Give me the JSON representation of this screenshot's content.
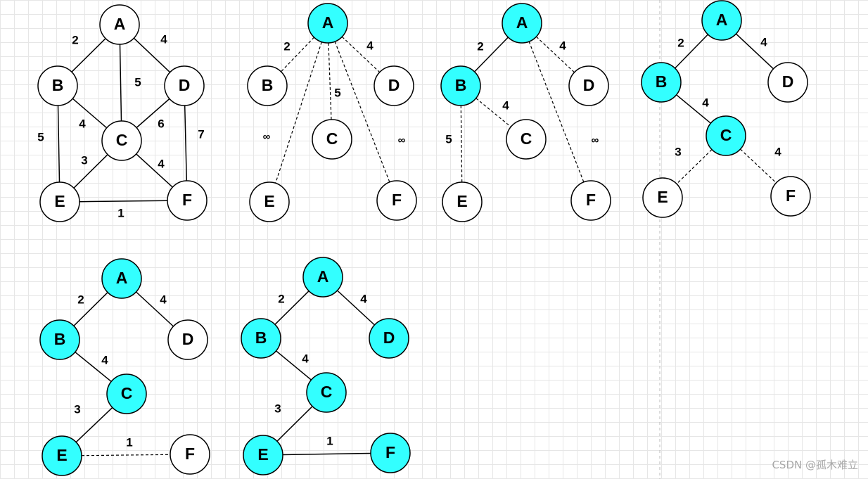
{
  "colors": {
    "visited": "#33ffff",
    "unvisited": "#ffffff",
    "stroke": "#000000",
    "background": "#ffffff",
    "grid": "#e6e6e6"
  },
  "watermark": "CSDN @孤木难立",
  "diagrams": [
    {
      "id": "original-graph",
      "nodes": [
        {
          "id": "A",
          "label": "A",
          "visited": false
        },
        {
          "id": "B",
          "label": "B",
          "visited": false
        },
        {
          "id": "C",
          "label": "C",
          "visited": false
        },
        {
          "id": "D",
          "label": "D",
          "visited": false
        },
        {
          "id": "E",
          "label": "E",
          "visited": false
        },
        {
          "id": "F",
          "label": "F",
          "visited": false
        }
      ],
      "edges": [
        {
          "from": "A",
          "to": "B",
          "weight": "2",
          "style": "solid"
        },
        {
          "from": "A",
          "to": "D",
          "weight": "4",
          "style": "solid"
        },
        {
          "from": "A",
          "to": "C",
          "weight": "5",
          "style": "solid"
        },
        {
          "from": "B",
          "to": "C",
          "weight": "4",
          "style": "solid"
        },
        {
          "from": "D",
          "to": "C",
          "weight": "6",
          "style": "solid"
        },
        {
          "from": "B",
          "to": "E",
          "weight": "5",
          "style": "solid"
        },
        {
          "from": "D",
          "to": "F",
          "weight": "7",
          "style": "solid"
        },
        {
          "from": "C",
          "to": "E",
          "weight": "3",
          "style": "solid"
        },
        {
          "from": "C",
          "to": "F",
          "weight": "4",
          "style": "solid"
        },
        {
          "from": "E",
          "to": "F",
          "weight": "1",
          "style": "solid"
        }
      ]
    },
    {
      "id": "step-1",
      "nodes": [
        {
          "id": "A",
          "label": "A",
          "visited": true
        },
        {
          "id": "B",
          "label": "B",
          "visited": false
        },
        {
          "id": "C",
          "label": "C",
          "visited": false
        },
        {
          "id": "D",
          "label": "D",
          "visited": false
        },
        {
          "id": "E",
          "label": "E",
          "visited": false
        },
        {
          "id": "F",
          "label": "F",
          "visited": false
        }
      ],
      "edges": [
        {
          "from": "A",
          "to": "B",
          "weight": "2",
          "style": "dashed"
        },
        {
          "from": "A",
          "to": "D",
          "weight": "4",
          "style": "dashed"
        },
        {
          "from": "A",
          "to": "C",
          "weight": "5",
          "style": "dashed"
        },
        {
          "from": "A",
          "to": "E",
          "weight": "∞",
          "style": "dashed"
        },
        {
          "from": "A",
          "to": "F",
          "weight": "∞",
          "style": "dashed"
        }
      ]
    },
    {
      "id": "step-2",
      "nodes": [
        {
          "id": "A",
          "label": "A",
          "visited": true
        },
        {
          "id": "B",
          "label": "B",
          "visited": true
        },
        {
          "id": "C",
          "label": "C",
          "visited": false
        },
        {
          "id": "D",
          "label": "D",
          "visited": false
        },
        {
          "id": "E",
          "label": "E",
          "visited": false
        },
        {
          "id": "F",
          "label": "F",
          "visited": false
        }
      ],
      "edges": [
        {
          "from": "A",
          "to": "B",
          "weight": "2",
          "style": "solid"
        },
        {
          "from": "A",
          "to": "D",
          "weight": "4",
          "style": "dashed"
        },
        {
          "from": "A",
          "to": "F",
          "weight": "∞",
          "style": "dashed"
        },
        {
          "from": "B",
          "to": "C",
          "weight": "4",
          "style": "dashed"
        },
        {
          "from": "B",
          "to": "E",
          "weight": "5",
          "style": "dashed"
        }
      ]
    },
    {
      "id": "step-3",
      "nodes": [
        {
          "id": "A",
          "label": "A",
          "visited": true
        },
        {
          "id": "B",
          "label": "B",
          "visited": true
        },
        {
          "id": "C",
          "label": "C",
          "visited": true
        },
        {
          "id": "D",
          "label": "D",
          "visited": false
        },
        {
          "id": "E",
          "label": "E",
          "visited": false
        },
        {
          "id": "F",
          "label": "F",
          "visited": false
        }
      ],
      "edges": [
        {
          "from": "A",
          "to": "B",
          "weight": "2",
          "style": "solid"
        },
        {
          "from": "A",
          "to": "D",
          "weight": "4",
          "style": "solid"
        },
        {
          "from": "B",
          "to": "C",
          "weight": "4",
          "style": "solid"
        },
        {
          "from": "C",
          "to": "E",
          "weight": "3",
          "style": "dashed"
        },
        {
          "from": "C",
          "to": "F",
          "weight": "4",
          "style": "dashed"
        }
      ]
    },
    {
      "id": "step-4",
      "nodes": [
        {
          "id": "A",
          "label": "A",
          "visited": true
        },
        {
          "id": "B",
          "label": "B",
          "visited": true
        },
        {
          "id": "C",
          "label": "C",
          "visited": true
        },
        {
          "id": "D",
          "label": "D",
          "visited": false
        },
        {
          "id": "E",
          "label": "E",
          "visited": true
        },
        {
          "id": "F",
          "label": "F",
          "visited": false
        }
      ],
      "edges": [
        {
          "from": "A",
          "to": "B",
          "weight": "2",
          "style": "solid"
        },
        {
          "from": "A",
          "to": "D",
          "weight": "4",
          "style": "solid"
        },
        {
          "from": "B",
          "to": "C",
          "weight": "4",
          "style": "solid"
        },
        {
          "from": "C",
          "to": "E",
          "weight": "3",
          "style": "solid"
        },
        {
          "from": "E",
          "to": "F",
          "weight": "1",
          "style": "dashed"
        }
      ]
    },
    {
      "id": "step-5",
      "nodes": [
        {
          "id": "A",
          "label": "A",
          "visited": true
        },
        {
          "id": "B",
          "label": "B",
          "visited": true
        },
        {
          "id": "C",
          "label": "C",
          "visited": true
        },
        {
          "id": "D",
          "label": "D",
          "visited": true
        },
        {
          "id": "E",
          "label": "E",
          "visited": true
        },
        {
          "id": "F",
          "label": "F",
          "visited": true
        }
      ],
      "edges": [
        {
          "from": "A",
          "to": "B",
          "weight": "2",
          "style": "solid"
        },
        {
          "from": "A",
          "to": "D",
          "weight": "4",
          "style": "solid"
        },
        {
          "from": "B",
          "to": "C",
          "weight": "4",
          "style": "solid"
        },
        {
          "from": "C",
          "to": "E",
          "weight": "3",
          "style": "solid"
        },
        {
          "from": "E",
          "to": "F",
          "weight": "1",
          "style": "solid"
        }
      ]
    }
  ]
}
